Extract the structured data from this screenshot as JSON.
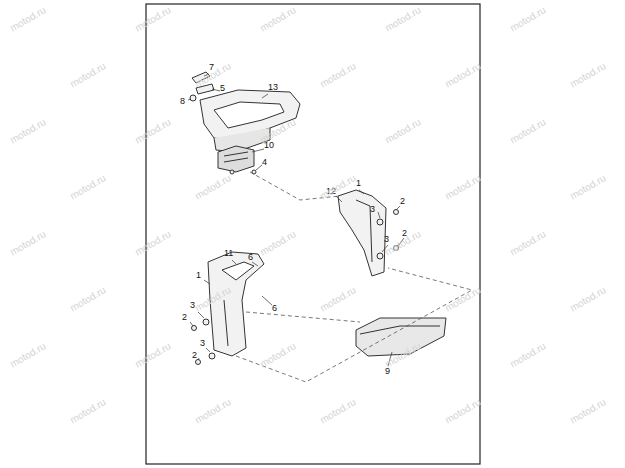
{
  "diagram": {
    "labels": [
      "7",
      "5",
      "8",
      "13",
      "10",
      "4",
      "1",
      "12",
      "2",
      "3",
      "3",
      "2",
      "11",
      "6",
      "1",
      "6",
      "3",
      "2",
      "3",
      "2",
      "9",
      "motod.ru",
      "motod.ru",
      "motod.ru",
      "motod.ru",
      "motod.ru",
      "motod.ru",
      "motod.ru",
      "motod.ru",
      "motod.ru",
      "motod.ru",
      "motod.ru",
      "motod.ru",
      "motod.ru",
      "motod.ru",
      "motod.ru",
      "motod.ru",
      "motod.ru",
      "motod.ru",
      "motod.ru",
      "motod.ru",
      "motod.ru",
      "motod.ru",
      "motod.ru",
      "motod.ru",
      "motod.ru",
      "motod.ru",
      "motod.ru",
      "motod.ru",
      "motod.ru",
      "motod.ru",
      "motod.ru",
      "motod.ru",
      "motod.ru",
      "motod.ru",
      "motod.ru",
      "motod.ru",
      "motod.ru",
      "motod.ru",
      "motod.ru",
      "motod.ru"
    ]
  }
}
